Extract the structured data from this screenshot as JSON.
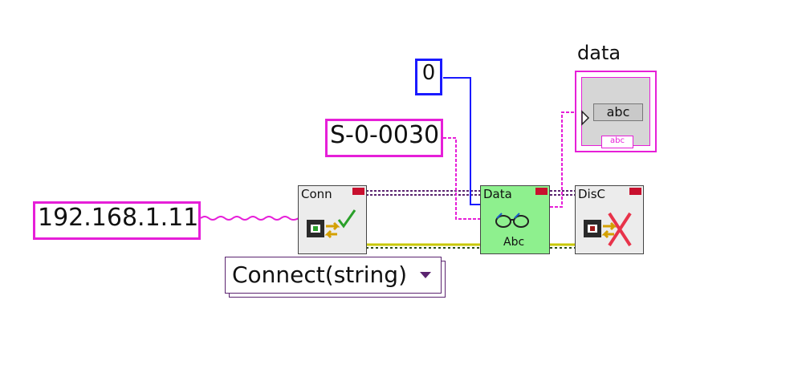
{
  "constants": {
    "ip_address": "192.168.1.11",
    "parameter_id": "S-0-0030",
    "numeric_zero": "0"
  },
  "blocks": {
    "connect": "Conn",
    "data": "Data",
    "data_sub": "Abc",
    "disconnect": "DisC"
  },
  "indicator": {
    "label": "data",
    "value": "abc",
    "tag": "abc"
  },
  "enum": {
    "selected": "Connect(string)"
  },
  "colors": {
    "string_wire": "#e61fd8",
    "numeric_wire": "#1a1aff",
    "error_wire": "#c8c800",
    "refnum_wire": "#5b2470",
    "error_flag": "#c8102e",
    "data_block": "#8ef08e"
  }
}
